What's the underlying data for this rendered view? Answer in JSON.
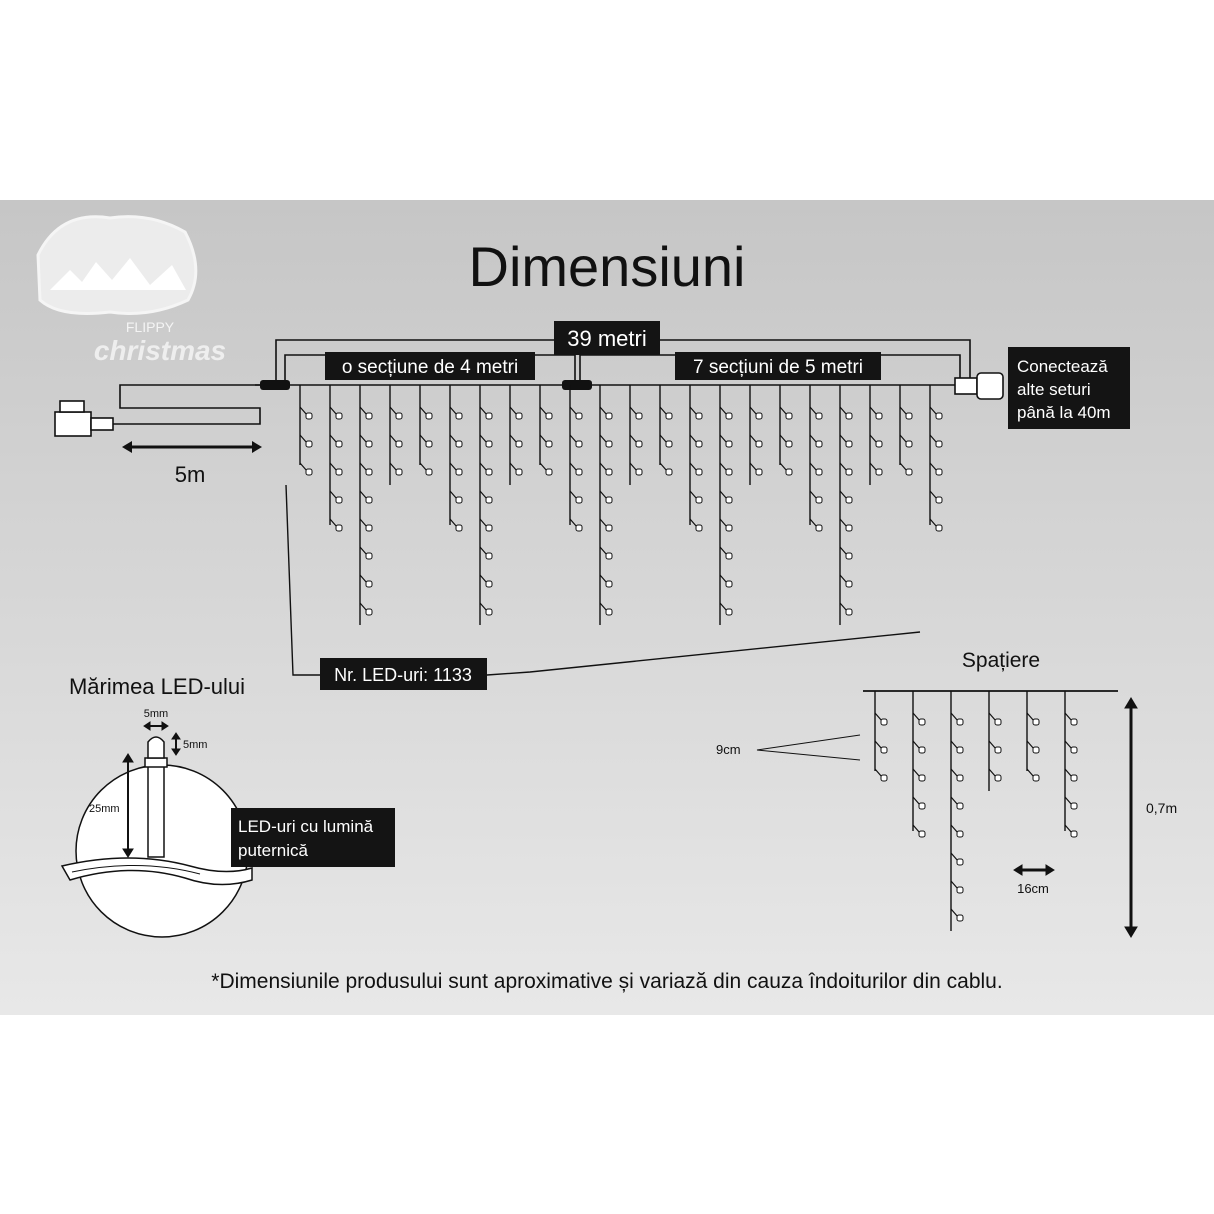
{
  "title": "Dimensiuni",
  "logo": {
    "brand": "FLIPPY",
    "script": "christmas"
  },
  "total_length": "39 metri",
  "section_a": "o secțiune de 4 metri",
  "section_b": "7 secțiuni de 5 metri",
  "connect_note": [
    "Conectează",
    "alte seturi",
    "până la 40m"
  ],
  "lead_cable": "5m",
  "led_count": "Nr. LED-uri: 1133",
  "led_size": {
    "title": "Mărimea LED-ului",
    "width": "5mm",
    "cap": "5mm",
    "height": "25mm",
    "note": [
      "LED-uri cu lumină",
      "puternică"
    ]
  },
  "spacing": {
    "title": "Spațiere",
    "vertical": "9cm",
    "horizontal": "16cm",
    "height": "0,7m"
  },
  "footnote": "*Dimensiunile produsului sunt aproximative și variază din cauza îndoiturilor din cablu.",
  "colors": {
    "panel": "#d4d4d4",
    "label_bg": "#141414",
    "line": "#111111"
  }
}
